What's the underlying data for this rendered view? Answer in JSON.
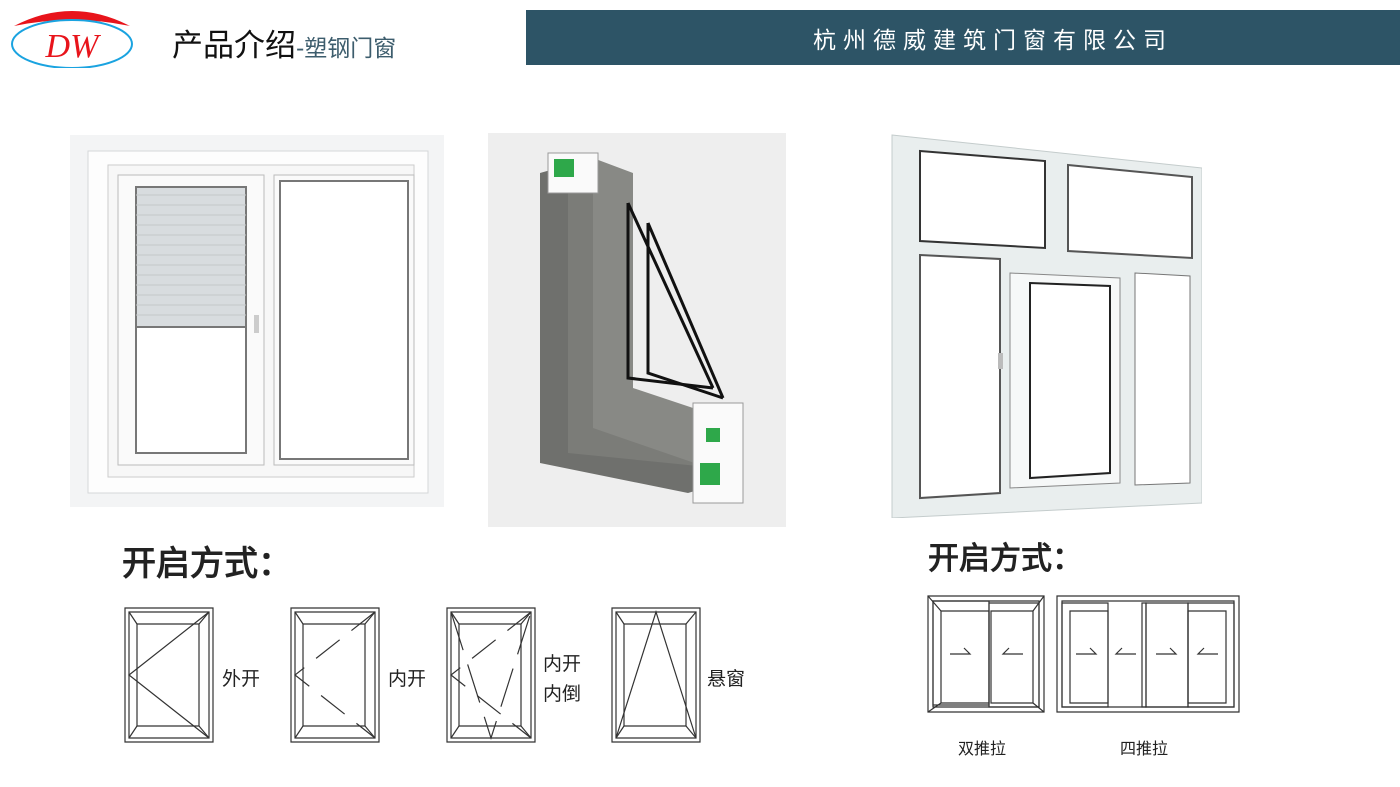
{
  "header": {
    "logo_text": "DW",
    "title": "产品介绍",
    "subtitle": "-塑钢门窗",
    "company": "杭州德威建筑门窗有限公司"
  },
  "left": {
    "heading": "开启方式：",
    "types": [
      {
        "label": "外开"
      },
      {
        "label": "内开"
      },
      {
        "label": "内开",
        "label2": "内倒"
      },
      {
        "label": "悬窗"
      }
    ]
  },
  "right": {
    "heading": "开启方式：",
    "types": [
      {
        "label": "双推拉"
      },
      {
        "label": "四推拉"
      }
    ]
  },
  "colors": {
    "banner": "#2d5466",
    "logo_red": "#e8141b",
    "logo_blue": "#1aa3e0"
  }
}
